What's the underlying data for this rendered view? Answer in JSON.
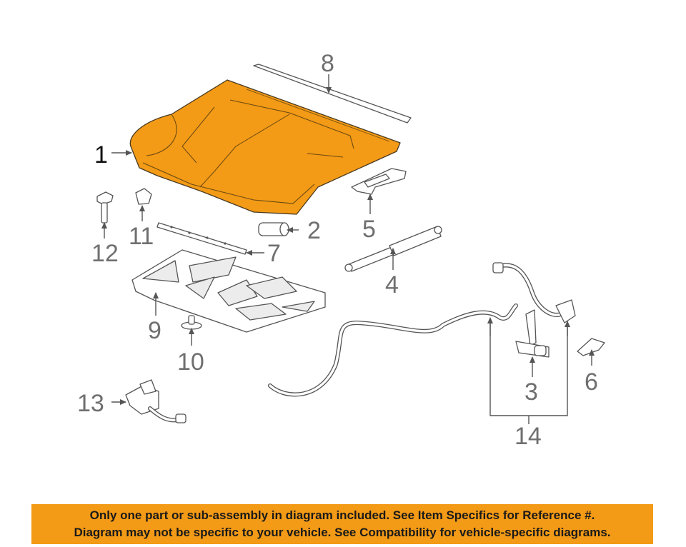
{
  "diagram": {
    "accent_color": "#f39a16",
    "callouts": {
      "c1": "1",
      "c2": "2",
      "c3": "3",
      "c4": "4",
      "c5": "5",
      "c6": "6",
      "c7": "7",
      "c8": "8",
      "c9": "9",
      "c10": "10",
      "c11": "11",
      "c12": "12",
      "c13": "13",
      "c14": "14"
    }
  },
  "notice": {
    "line1": "Only one part or sub-assembly in diagram included. See Item Specifics for Reference #.",
    "line2": "Diagram may not be specific to your vehicle. See Compatibility for vehicle-specific diagrams."
  }
}
